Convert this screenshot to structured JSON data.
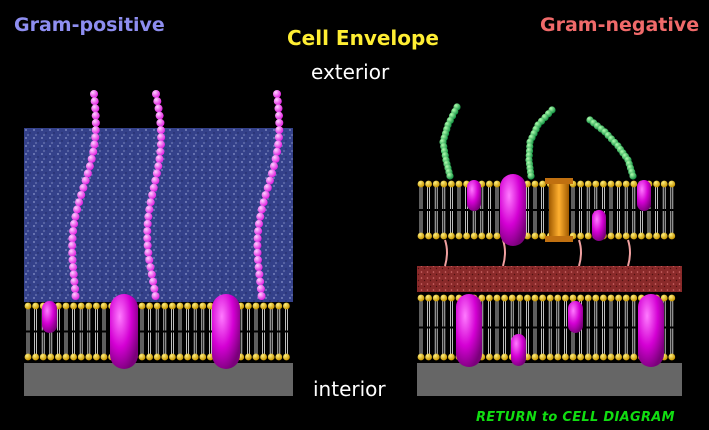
{
  "titles": {
    "gram_positive": "Gram-positive",
    "cell_envelope": "Cell Envelope",
    "gram_negative": "Gram-negative"
  },
  "labels": {
    "exterior": "exterior",
    "interior": "interior"
  },
  "links": {
    "return": "RETURN to CELL DIAGRAM"
  },
  "colors": {
    "gram_positive_title": "#8e8ef0",
    "cell_envelope_title": "#ffee33",
    "gram_negative_title": "#f06a6a",
    "return_link": "#11dd11",
    "peptidoglycan": "#34418a",
    "lipid_head": "#e0b400",
    "membrane_protein": "#cc00cc",
    "teichoic_acid": "#ff55ff",
    "lps_chain": "#22cc55",
    "porin": "#e08a10",
    "thin_peptidoglycan": "#8a2a2a",
    "cytoplasm": "#666666"
  }
}
